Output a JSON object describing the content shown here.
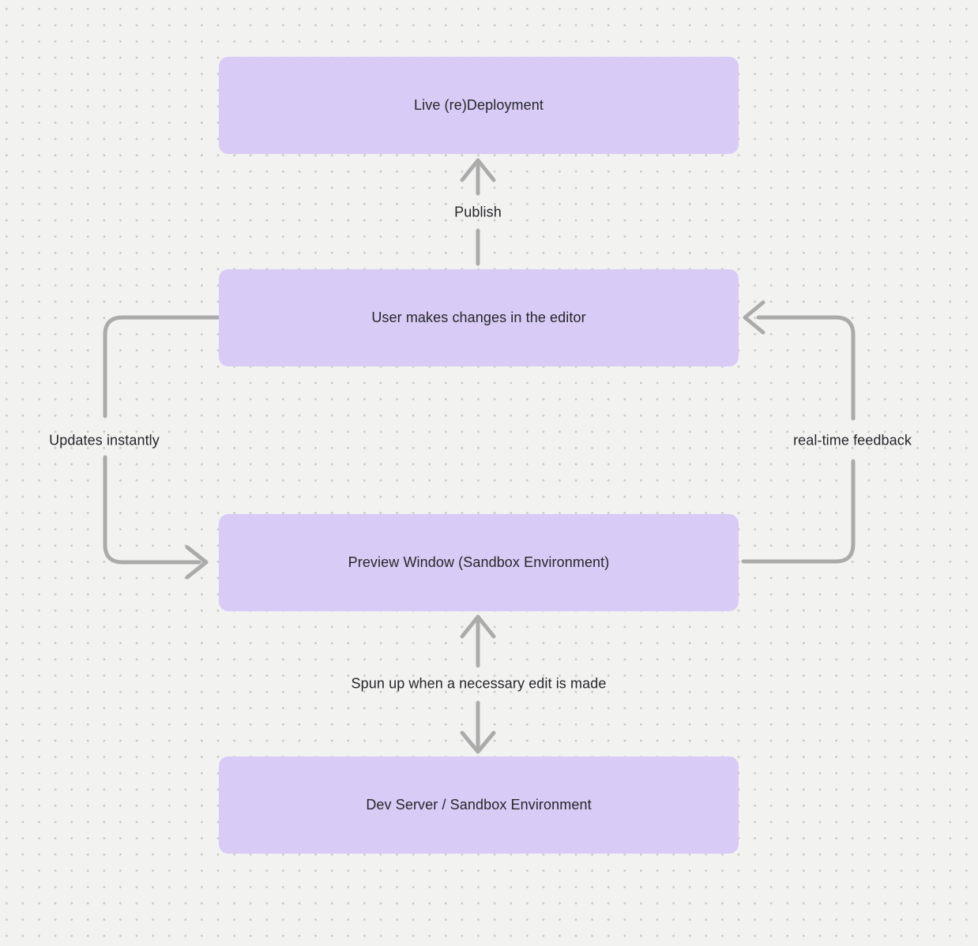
{
  "theme": {
    "canvas-bg": "#f2f2f1",
    "dot-color": "#c8c8c8",
    "node-fill": "#d8cbf5",
    "node-text": "#26262b",
    "arrow-color": "#ababab",
    "label-text": "#26262b"
  },
  "diagram": {
    "nodes": [
      {
        "id": "live-deployment",
        "label": "Live (re)Deployment"
      },
      {
        "id": "editor",
        "label": "User makes changes in the editor"
      },
      {
        "id": "preview",
        "label": "Preview Window (Sandbox Environment)"
      },
      {
        "id": "dev-server",
        "label": "Dev Server / Sandbox Environment"
      }
    ],
    "edges": [
      {
        "id": "publish",
        "label": "Publish",
        "from": "editor",
        "to": "live-deployment",
        "direction": "up"
      },
      {
        "id": "updates-instantly",
        "label": "Updates instantly",
        "from": "editor",
        "to": "preview",
        "direction": "left-loop-down"
      },
      {
        "id": "realtime-feedback",
        "label": "real-time feedback",
        "from": "preview",
        "to": "editor",
        "direction": "right-loop-up"
      },
      {
        "id": "spun-up",
        "label": "Spun up when a necessary edit is made",
        "from": "preview",
        "to": "dev-server",
        "direction": "bidirectional"
      }
    ]
  }
}
